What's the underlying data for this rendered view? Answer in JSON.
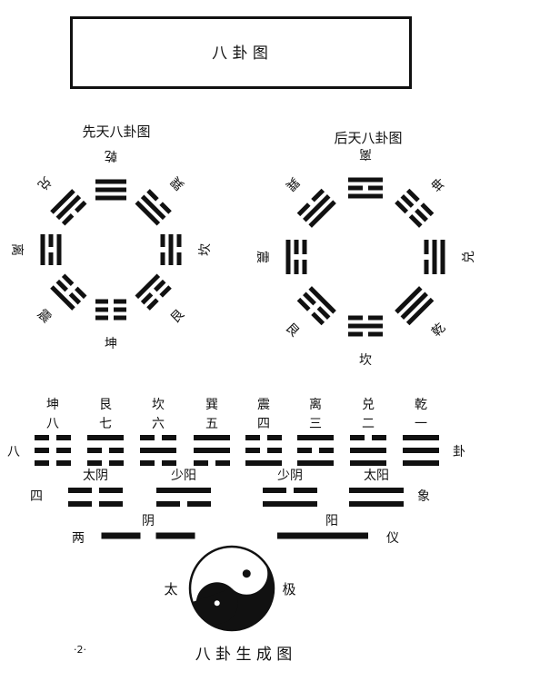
{
  "title": "八 卦 图",
  "xiantian": {
    "title": "先天八卦图",
    "order": [
      {
        "name": "乾",
        "lines": "111"
      },
      {
        "name": "巽",
        "lines": "110"
      },
      {
        "name": "坎",
        "lines": "010"
      },
      {
        "name": "艮",
        "lines": "100"
      },
      {
        "name": "坤",
        "lines": "000"
      },
      {
        "name": "震",
        "lines": "001"
      },
      {
        "name": "离",
        "lines": "101"
      },
      {
        "name": "兑",
        "lines": "011"
      }
    ]
  },
  "houtian": {
    "title": "后天八卦图",
    "order": [
      {
        "name": "离",
        "lines": "101"
      },
      {
        "name": "坤",
        "lines": "000"
      },
      {
        "name": "兑",
        "lines": "011"
      },
      {
        "name": "乾",
        "lines": "111"
      },
      {
        "name": "坎",
        "lines": "010"
      },
      {
        "name": "艮",
        "lines": "100"
      },
      {
        "name": "震",
        "lines": "001"
      },
      {
        "name": "巽",
        "lines": "110"
      }
    ]
  },
  "generation": {
    "bagua_label": [
      "八",
      "卦"
    ],
    "bagua": [
      {
        "name": "坤",
        "number": "八",
        "lines": "000"
      },
      {
        "name": "艮",
        "number": "七",
        "lines": "100"
      },
      {
        "name": "坎",
        "number": "六",
        "lines": "010"
      },
      {
        "name": "巽",
        "number": "五",
        "lines": "110"
      },
      {
        "name": "震",
        "number": "四",
        "lines": "001"
      },
      {
        "name": "离",
        "number": "三",
        "lines": "101"
      },
      {
        "name": "兑",
        "number": "二",
        "lines": "011"
      },
      {
        "name": "乾",
        "number": "一",
        "lines": "111"
      }
    ],
    "sixiang_label": [
      "四",
      "象"
    ],
    "sixiang": [
      {
        "name": "太阴",
        "lines": "00"
      },
      {
        "name": "少阳",
        "lines": "10"
      },
      {
        "name": "少阴",
        "lines": "01"
      },
      {
        "name": "太阳",
        "lines": "11"
      }
    ],
    "liangyi_label": [
      "两",
      "仪"
    ],
    "liangyi": [
      {
        "name": "阴",
        "lines": "0"
      },
      {
        "name": "阳",
        "lines": "1"
      }
    ],
    "taiji_label": [
      "太",
      "极"
    ],
    "caption": "八 卦 生 成 图"
  },
  "page_number": "·2·"
}
